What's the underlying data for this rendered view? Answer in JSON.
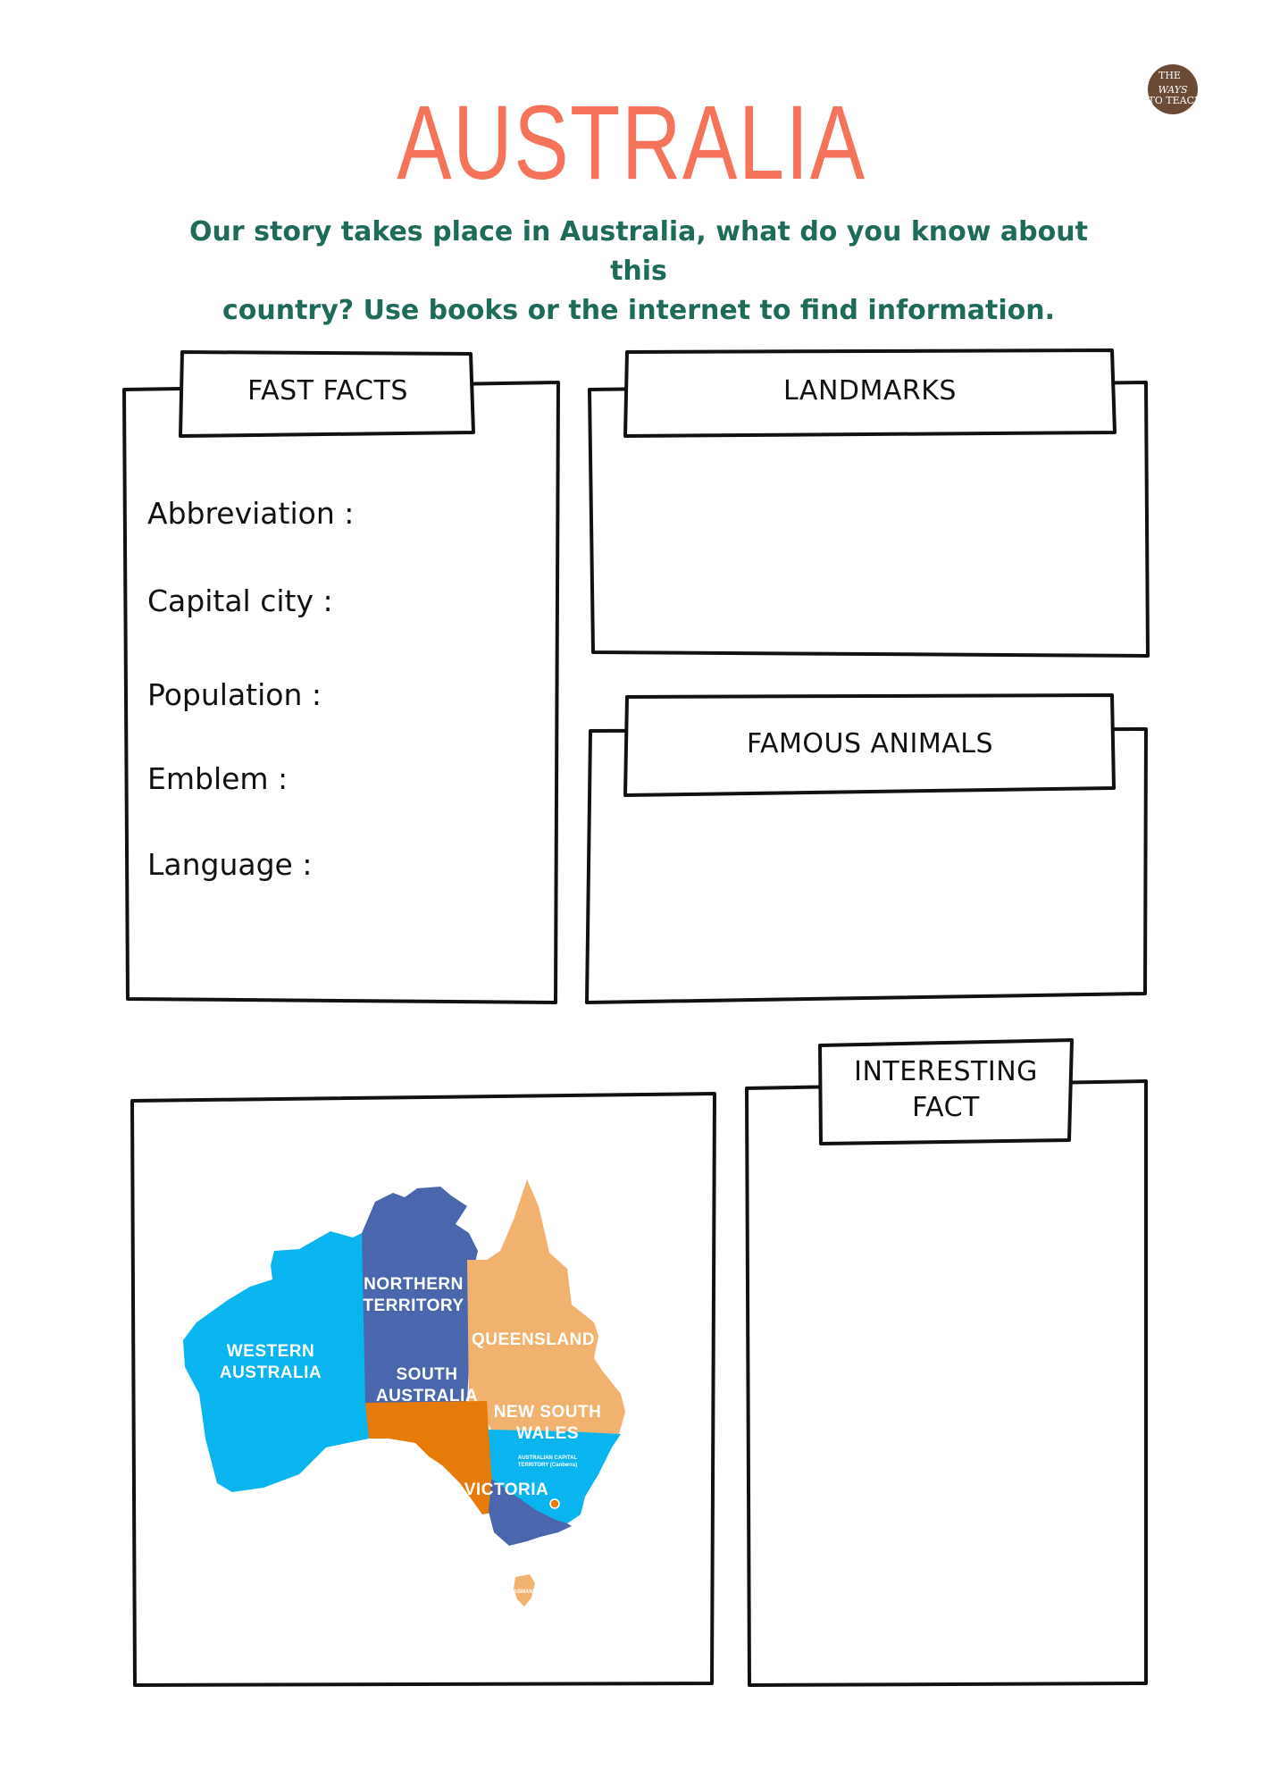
{
  "title": "AUSTRALIA",
  "intro": {
    "line1": "Our story takes place in Australia, what do you know about this",
    "line2": "country? Use books or the internet to find information."
  },
  "logo": {
    "text_top": "THE",
    "text_mid": "WAYS",
    "text_bot": "TO TEACH"
  },
  "fast_facts": {
    "heading": "FAST FACTS",
    "items": [
      "Abbreviation :",
      "Capital city :",
      "Population :",
      "Emblem :",
      "Language :"
    ]
  },
  "landmarks": {
    "heading": "LANDMARKS"
  },
  "famous_animals": {
    "heading": "FAMOUS ANIMALS"
  },
  "interesting_fact": {
    "heading_line1": "INTERESTING",
    "heading_line2": "FACT"
  },
  "map": {
    "western_australia": [
      "WESTERN",
      "AUSTRALIA"
    ],
    "northern_territory": [
      "NORTHERN",
      "TERRITORY"
    ],
    "queensland": [
      "QUEENSLAND"
    ],
    "south_australia": [
      "SOUTH",
      "AUSTRALIA"
    ],
    "new_south_wales": [
      "NEW SOUTH",
      "WALES"
    ],
    "act": [
      "AUSTRALIAN CAPITAL",
      "TERRITORY (Canberra)"
    ],
    "victoria": [
      "VICTORIA"
    ],
    "tasmania": [
      "TASMANIA"
    ]
  },
  "colors": {
    "title": "#f4735a",
    "intro": "#1f6b5a",
    "wa": "#0ab4ee",
    "nt": "#4a67ad",
    "qld": "#f1b270",
    "sa": "#e77b0a",
    "nsw": "#0ab4ee",
    "vic": "#4a67ad",
    "tas": "#f1b270",
    "capital_dot": "#e77b0a",
    "logo": "#6b4a36"
  }
}
